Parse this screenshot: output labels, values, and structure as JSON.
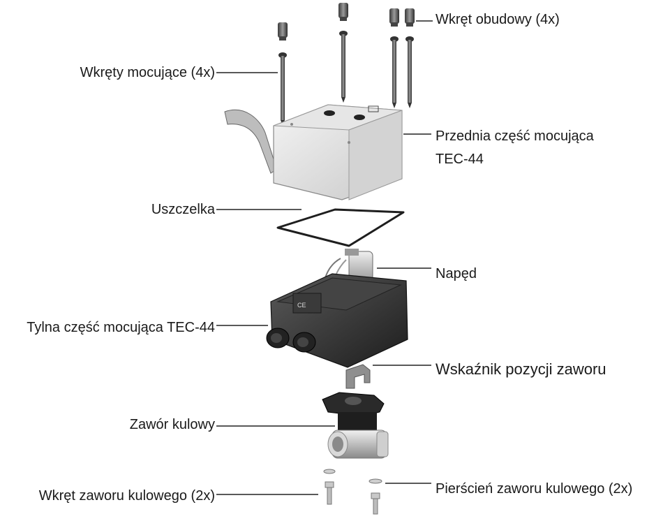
{
  "labels": {
    "mounting_screws": "Wkręty mocujące (4x)",
    "housing_screw": "Wkręt obudowy (4x)",
    "front_part_line1": "Przednia część mocująca",
    "front_part_line2": "TEC-44",
    "gasket": "Uszczelka",
    "drive": "Napęd",
    "rear_part": "Tylna część mocująca TEC-44",
    "valve_indicator": "Wskaźnik pozycji zaworu",
    "ball_valve": "Zawór kulowy",
    "ball_valve_screw": "Wkręt zaworu kulowego (2x)",
    "ball_valve_ring": "Pierścień zaworu kulowego (2x)"
  },
  "device_markings": {
    "ce_mark": "CE"
  }
}
